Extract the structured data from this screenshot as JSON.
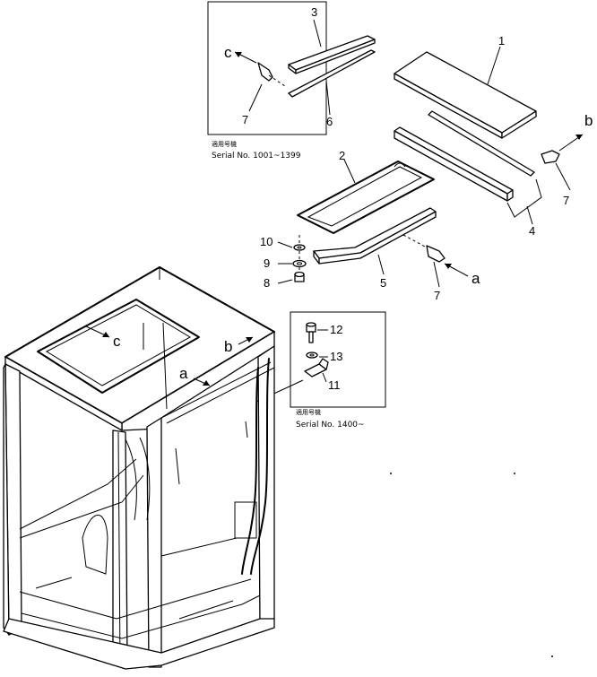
{
  "callouts": {
    "p1": "1",
    "p2": "2",
    "p3": "3",
    "p4": "4",
    "p5": "5",
    "p6": "6",
    "p7a": "7",
    "p7b": "7",
    "p7c": "7",
    "p8": "8",
    "p9": "9",
    "p10": "10",
    "p11": "11",
    "p12": "12",
    "p13": "13"
  },
  "view_refs": {
    "c_top": "c",
    "b_right": "b",
    "a_right": "a",
    "c_cab": "c",
    "b_cab": "b",
    "a_cab": "a"
  },
  "inset_top": {
    "jp_caption": "適用号機",
    "serial": "Serial No. 1001~1399"
  },
  "inset_right": {
    "jp_caption": "適用号機",
    "serial": "Serial No. 1400~"
  }
}
